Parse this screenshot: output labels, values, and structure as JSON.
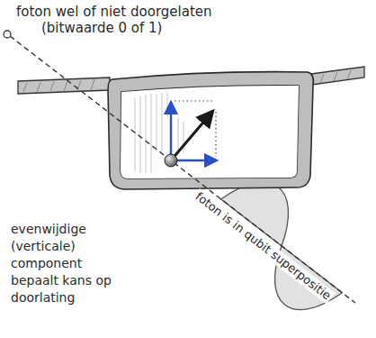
{
  "diagram": {
    "labels": [
      "foton wel of niet doorgelaten",
      "(bitwaarde 0 of 1)",
      "evenwijdige (verticale) component bepaalt kans op doorlating",
      "foton is in qubit superpositie"
    ]
  }
}
